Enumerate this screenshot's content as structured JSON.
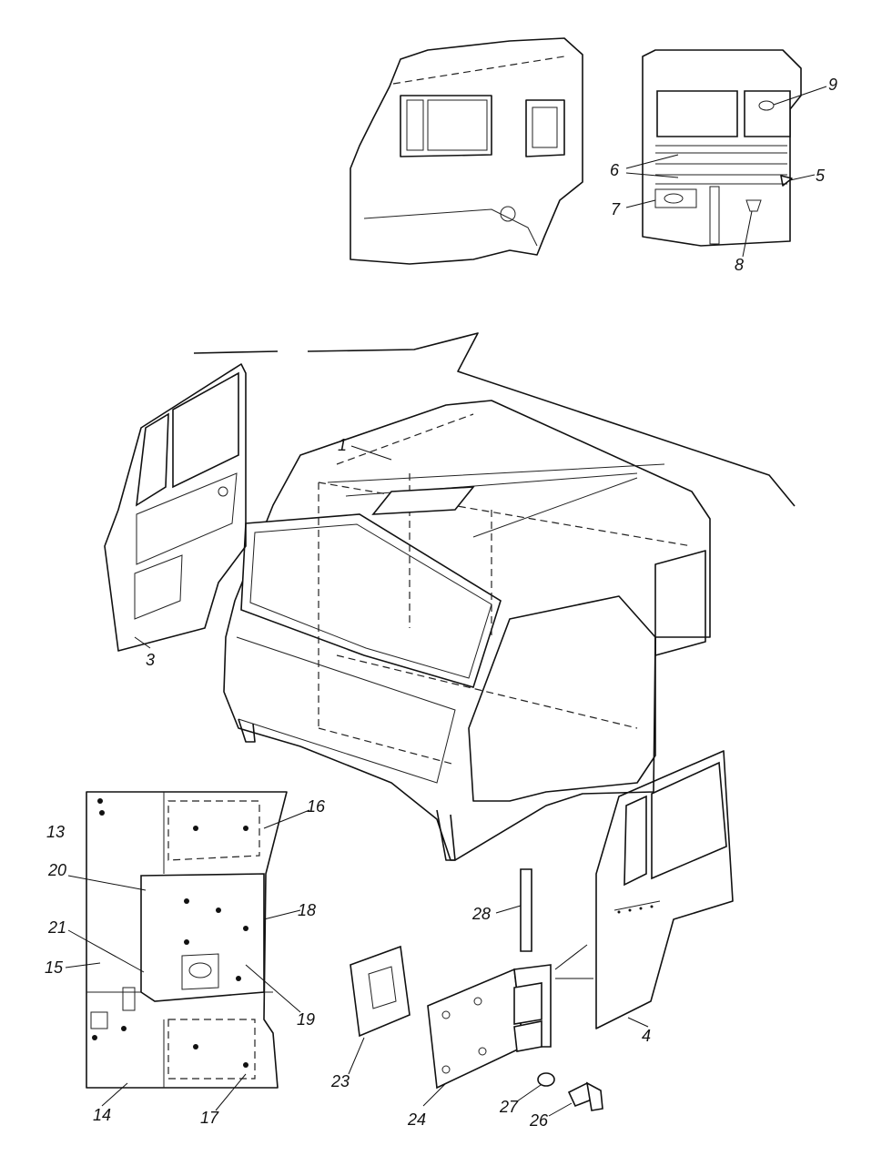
{
  "diagram": {
    "callouts": {
      "c1": "1",
      "c3": "3",
      "c4": "4",
      "c5": "5",
      "c6": "6",
      "c7": "7",
      "c8": "8",
      "c9": "9",
      "c13": "13",
      "c14": "14",
      "c15": "15",
      "c16": "16",
      "c17": "17",
      "c18": "18",
      "c19": "19",
      "c20": "20",
      "c21": "21",
      "c23": "23",
      "c24": "24",
      "c26": "26",
      "c27": "27",
      "c28": "28"
    }
  }
}
